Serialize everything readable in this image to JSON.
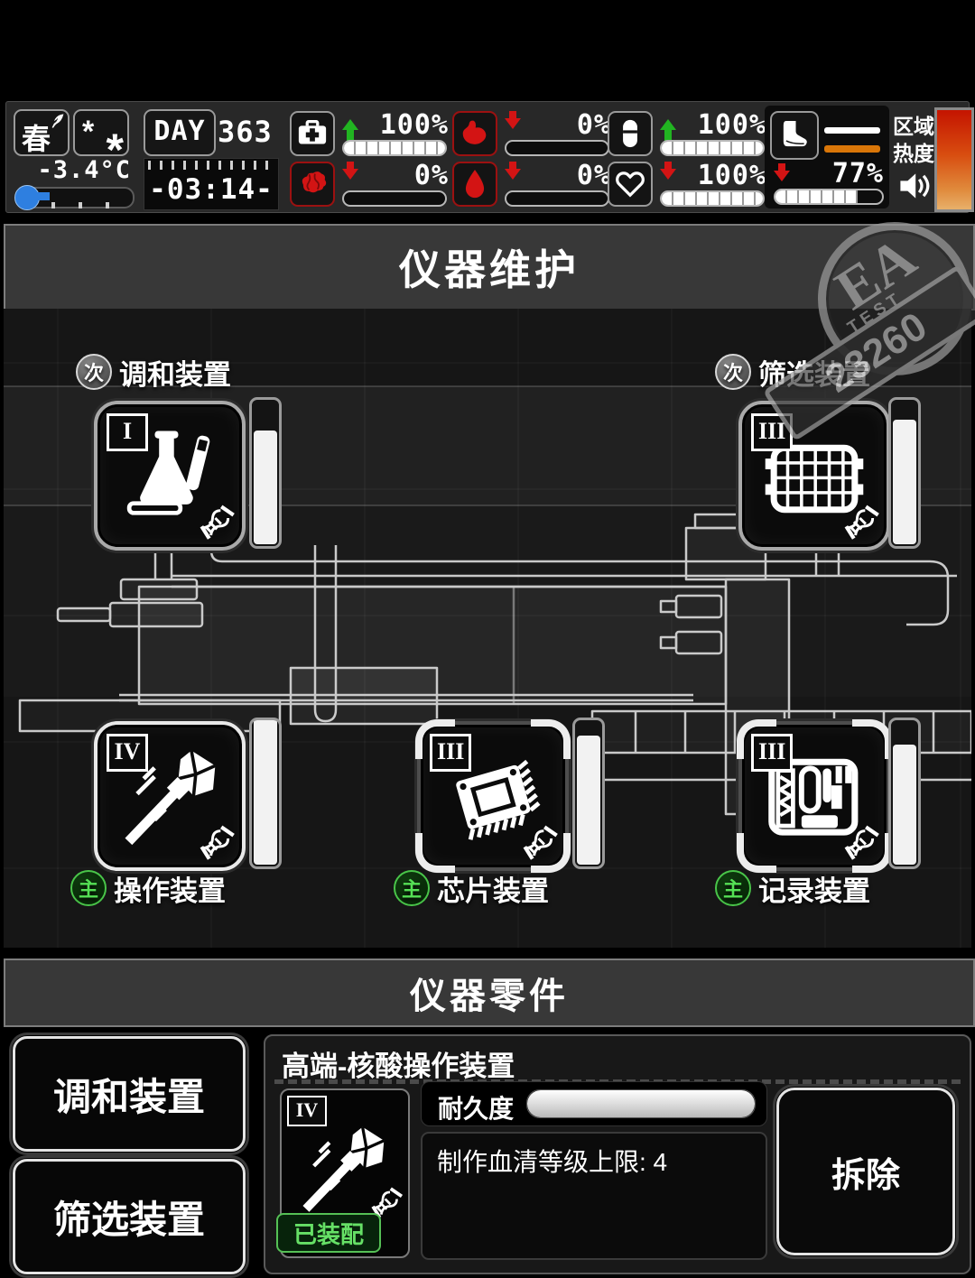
{
  "status_bar": {
    "season": "春",
    "snow_glyphs": [
      "*",
      "*"
    ],
    "temperature": "-3.4°C",
    "day_label": "DAY",
    "day_value": "363",
    "clock": "-03:14-",
    "stats": [
      {
        "id": "medkit",
        "icon": "medkit-icon",
        "trend": "up",
        "value": "100%",
        "fill": 100
      },
      {
        "id": "stomach",
        "icon": "stomach-icon",
        "trend": "down",
        "value": "0%",
        "fill": 0
      },
      {
        "id": "pill",
        "icon": "pill-icon",
        "trend": "up",
        "value": "100%",
        "fill": 100
      },
      {
        "id": "brain",
        "icon": "brain-icon",
        "trend": "down",
        "value": "0%",
        "fill": 0
      },
      {
        "id": "blood",
        "icon": "blood-drop-icon",
        "trend": "down",
        "value": "0%",
        "fill": 0
      },
      {
        "id": "heart",
        "icon": "heart-icon",
        "trend": "down",
        "value": "100%",
        "fill": 100
      }
    ],
    "stamina": {
      "icon": "foot-icon",
      "trend": "down",
      "value": "77%",
      "fill": 77
    },
    "area_heat": [
      "区域",
      "热度"
    ]
  },
  "maintenance": {
    "title": "仪器维护",
    "stamp": {
      "line1": "EA",
      "line2": "TEST",
      "number": "23260"
    },
    "devices": [
      {
        "id": "sub-blend",
        "badge": "次",
        "label": "调和装置",
        "tier": "I",
        "durability": 78
      },
      {
        "id": "sub-screen",
        "badge": "次",
        "label": "筛选装置",
        "tier": "III",
        "durability": 85
      },
      {
        "id": "main-operate",
        "badge": "主",
        "label": "操作装置",
        "tier": "IV",
        "durability": 100
      },
      {
        "id": "main-chip",
        "badge": "主",
        "label": "芯片装置",
        "tier": "III",
        "durability": 88
      },
      {
        "id": "main-record",
        "badge": "主",
        "label": "记录装置",
        "tier": "III",
        "durability": 82
      }
    ]
  },
  "parts": {
    "title": "仪器零件",
    "categories": [
      {
        "label": "调和装置"
      },
      {
        "label": "筛选装置"
      }
    ],
    "detail": {
      "name": "高端-核酸操作装置",
      "tier": "IV",
      "durability_label": "耐久度",
      "durability": 100,
      "description": "制作血清等级上限: 4",
      "equipped_label": "已装配",
      "remove_label": "拆除"
    }
  }
}
